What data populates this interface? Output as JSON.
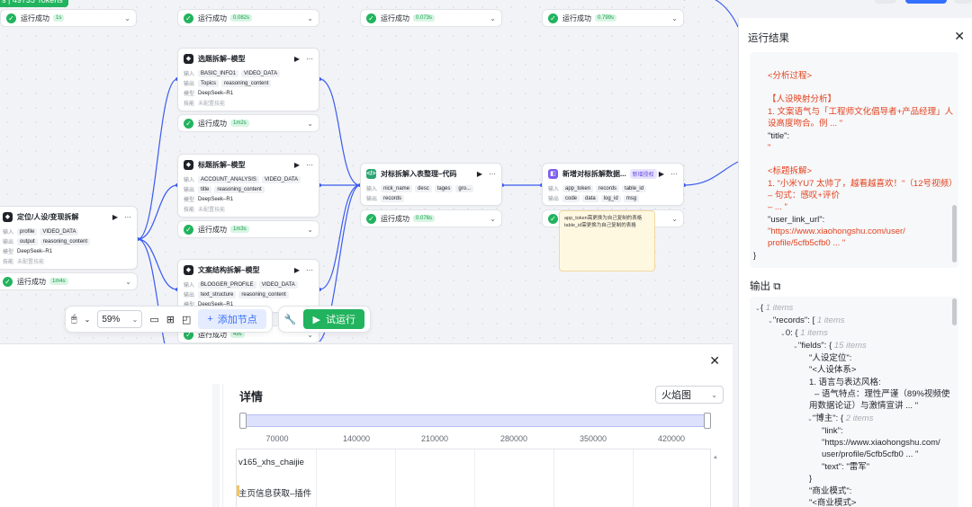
{
  "top_badge": "s | 49735 Tokens",
  "status": {
    "row1": [
      {
        "label": "运行成功",
        "time": "1s"
      },
      {
        "label": "运行成功",
        "time": "0.082s"
      },
      {
        "label": "运行成功",
        "time": "0.073s"
      },
      {
        "label": "运行成功",
        "time": "0.799s"
      }
    ],
    "topic_time": "1m2s",
    "title_time": "1m3s",
    "pos_time": "1m4s",
    "table_time": "0.076s",
    "article_time": "49s"
  },
  "success_label": "运行成功",
  "nodes": {
    "topic": {
      "title": "选题拆解–模型",
      "in_label": "输入",
      "in1": "BASIC_INFO1",
      "in2": "VIDEO_DATA",
      "out_label": "输出",
      "out1": "Topics",
      "out2": "reasoning_content",
      "model_label": "模型",
      "model": "DeepSeek–R1",
      "skill_label": "技能",
      "skill": "未配置技能"
    },
    "title": {
      "title": "标题拆解–模型",
      "in_label": "输入",
      "in1": "ACCOUNT_ANALYSIS",
      "in2": "VIDEO_DATA",
      "out_label": "输出",
      "out1": "title",
      "out2": "reasoning_content",
      "model_label": "模型",
      "model": "DeepSeek–R1",
      "skill_label": "技能",
      "skill": "未配置技能"
    },
    "positioning": {
      "title": "定位/人设/变现拆解",
      "in_label": "输入",
      "in1": "profile",
      "in2": "VIDEO_DATA",
      "out_label": "输出",
      "out1": "output",
      "out2": "reasoning_content",
      "model_label": "模型",
      "model": "DeepSeek–R1",
      "skill_label": "技能",
      "skill": "未配置技能"
    },
    "article": {
      "title": "文案结构拆解–模型",
      "in_label": "输入",
      "in1": "BLOGGER_PROFILE",
      "in2": "VIDEO_DATA",
      "out_label": "输出",
      "out1": "text_structure",
      "out2": "reasoning_content",
      "model_label": "模型",
      "model": "DeepSeek–R1"
    },
    "table": {
      "title": "对标拆解入表整理–代码",
      "in_label": "输入",
      "in1": "nick_name",
      "in2": "desc",
      "in3": "tages",
      "in4": "gro...",
      "out_label": "输出",
      "out1": "records"
    },
    "new_record": {
      "title": "新增对标拆解数据...",
      "tag": "新增授权",
      "in_label": "输入",
      "in1": "app_token",
      "in2": "records",
      "in3": "table_id",
      "out_label": "输出",
      "out1": "code",
      "out2": "data",
      "out3": "log_id",
      "out4": "msg"
    }
  },
  "note": {
    "line1": "app_token需更换为自己复制的表格",
    "line2": "table_id需更换为自己复制的表格"
  },
  "toolbar": {
    "zoom": "59%",
    "add_node": "添加节点",
    "test_run": "试运行"
  },
  "detail_panel": {
    "title": "详情",
    "view_select": "火焰图",
    "axis_ticks": [
      "70000",
      "140000",
      "210000",
      "280000",
      "350000",
      "420000"
    ],
    "frames": [
      "v165_xhs_chaijie",
      "主页信息获取–插件"
    ]
  },
  "result_panel": {
    "title": "运行结果",
    "lines": [
      "<分析过程>",
      "【人设映射分析】",
      "1. 文案语气与「工程师文化倡导者+产品经理」人",
      "设高度吻合。例 ... \"",
      "\"title\":",
      "\"",
      "<标题拆解>",
      "1. \"小米YU7 太帅了，越看越喜欢！\"（12号视频）",
      "– 句式：感叹+评价",
      "– ... \"",
      "\"user_link_url\":",
      "\"https://www.xiaohongshu.com/user/",
      "profile/5cfb5cfb0 ... \"",
      "}"
    ],
    "output_title": "输出",
    "json": {
      "root_count": "1 items",
      "records_key": "\"records\": [",
      "records_count": "1 items",
      "item0": "0: {",
      "item0_count": "1 items",
      "fields_key": "\"fields\": {",
      "fields_count": "15 items",
      "persona_key": "\"人设定位\":",
      "persona_v1": "\"<人设体系>",
      "persona_v2": "1. 语言与表达风格:",
      "persona_v3": "– 语气特点：理性严谨（89%视频使",
      "persona_v4": "用数据论证）与激情宣讲 ... \"",
      "blogger_key": "\"博主\": {",
      "blogger_count": "2 items",
      "link_key": "\"link\":",
      "link_v1": "\"https://www.xiaohongshu.com/",
      "link_v2": "user/profile/5cfb5cfb0 ... \"",
      "text_key": "\"text\": \"雷军\"",
      "close": "}",
      "biz_key": "\"商业模式\":",
      "biz_v": "\"<商业模式>"
    }
  },
  "colors": {
    "success": "#22b35e",
    "accent": "#3370ff",
    "edge": "#3a5bf0",
    "error_text": "#e2421e"
  }
}
